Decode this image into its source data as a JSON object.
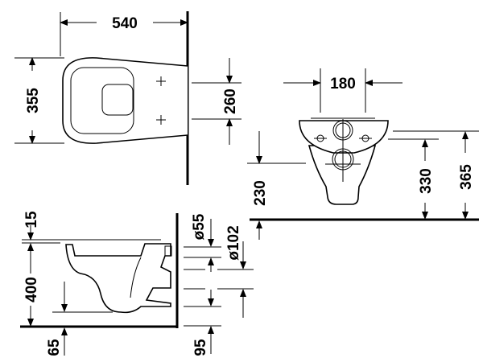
{
  "title": "Wall-hung toilet dimension drawing",
  "dimensions": {
    "top_length": "540",
    "top_width": "355",
    "fixing_spacing": "260",
    "fixing_width": "180",
    "height_230": "230",
    "height_330": "330",
    "height_365": "365",
    "seat_thickness": "15",
    "rim_height": "400",
    "outlet_height": "65",
    "supply_diameter": "ø55",
    "outlet_diameter": "ø102",
    "offset_95": "95"
  },
  "colors": {
    "line": "#000000",
    "background": "#ffffff"
  }
}
